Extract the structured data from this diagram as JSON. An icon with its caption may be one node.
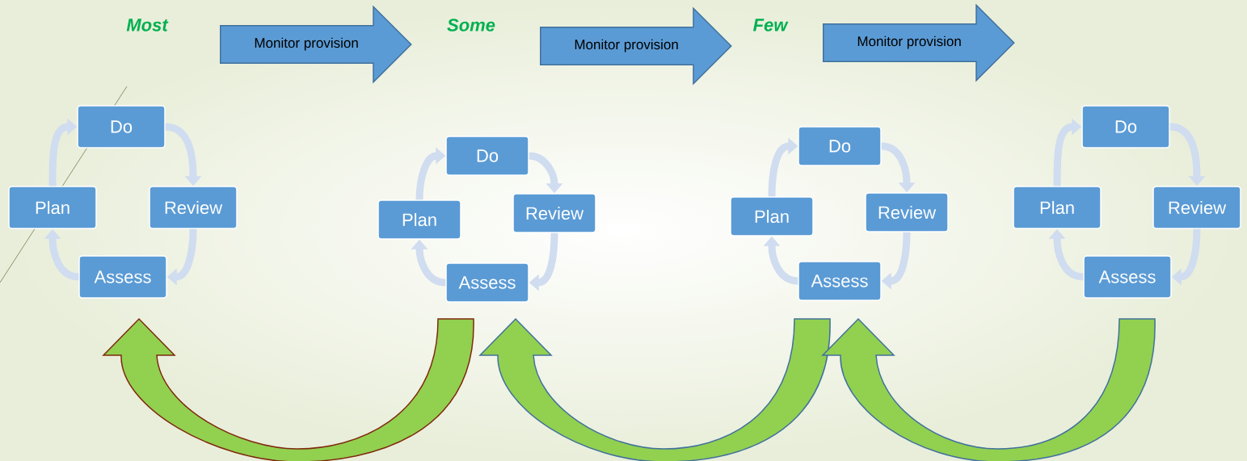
{
  "diagram": {
    "nodes": [
      {
        "text": [
          "Monitor provision"
        ]
      },
      {
        "text": [
          "Monitor provision"
        ]
      },
      {
        "text": [
          "Monitor provision"
        ]
      },
      {
        "text": [
          "Do"
        ]
      },
      {
        "text": [
          "Plan"
        ]
      },
      {
        "text": [
          "Review"
        ]
      },
      {
        "text": [
          "Assess"
        ]
      },
      {
        "text": [
          "Do"
        ]
      },
      {
        "text": [
          "Plan"
        ]
      },
      {
        "text": [
          "Review"
        ]
      },
      {
        "text": [
          "Assess"
        ]
      },
      {
        "text": [
          "Do"
        ]
      },
      {
        "text": [
          "Plan"
        ]
      },
      {
        "text": [
          "Review"
        ]
      },
      {
        "text": [
          "Assess"
        ]
      },
      {
        "text": [
          "Do"
        ]
      },
      {
        "text": [
          "Plan"
        ]
      },
      {
        "text": [
          "Review"
        ]
      },
      {
        "text": [
          "Assess"
        ]
      }
    ],
    "edges": [
      {
        "from": 3,
        "to": 5,
        "arrow": "to"
      },
      {
        "from": 5,
        "to": 6,
        "arrow": "to"
      },
      {
        "from": 6,
        "to": 4,
        "arrow": "to"
      },
      {
        "from": 4,
        "to": 3,
        "arrow": "to"
      },
      {
        "from": 7,
        "to": 9,
        "arrow": "to"
      },
      {
        "from": 9,
        "to": 10,
        "arrow": "to"
      },
      {
        "from": 10,
        "to": 8,
        "arrow": "to"
      },
      {
        "from": 8,
        "to": 7,
        "arrow": "to"
      },
      {
        "from": 11,
        "to": 13,
        "arrow": "to"
      },
      {
        "from": 13,
        "to": 14,
        "arrow": "to"
      },
      {
        "from": 14,
        "to": 12,
        "arrow": "to"
      },
      {
        "from": 12,
        "to": 11,
        "arrow": "to"
      },
      {
        "from": 15,
        "to": 17,
        "arrow": "to"
      },
      {
        "from": 17,
        "to": 18,
        "arrow": "to"
      },
      {
        "from": 18,
        "to": 16,
        "arrow": "to"
      },
      {
        "from": 16,
        "to": 15,
        "arrow": "to"
      },
      {
        "from": 10,
        "to": 6,
        "arrow": "to",
        "style": "thick",
        "color": "#7f2a0e"
      },
      {
        "from": 14,
        "to": 10,
        "arrow": "to",
        "style": "thick"
      },
      {
        "from": 18,
        "to": 14,
        "arrow": "to",
        "style": "thick"
      }
    ],
    "labels": [
      "Most",
      "Some",
      "Few"
    ]
  }
}
